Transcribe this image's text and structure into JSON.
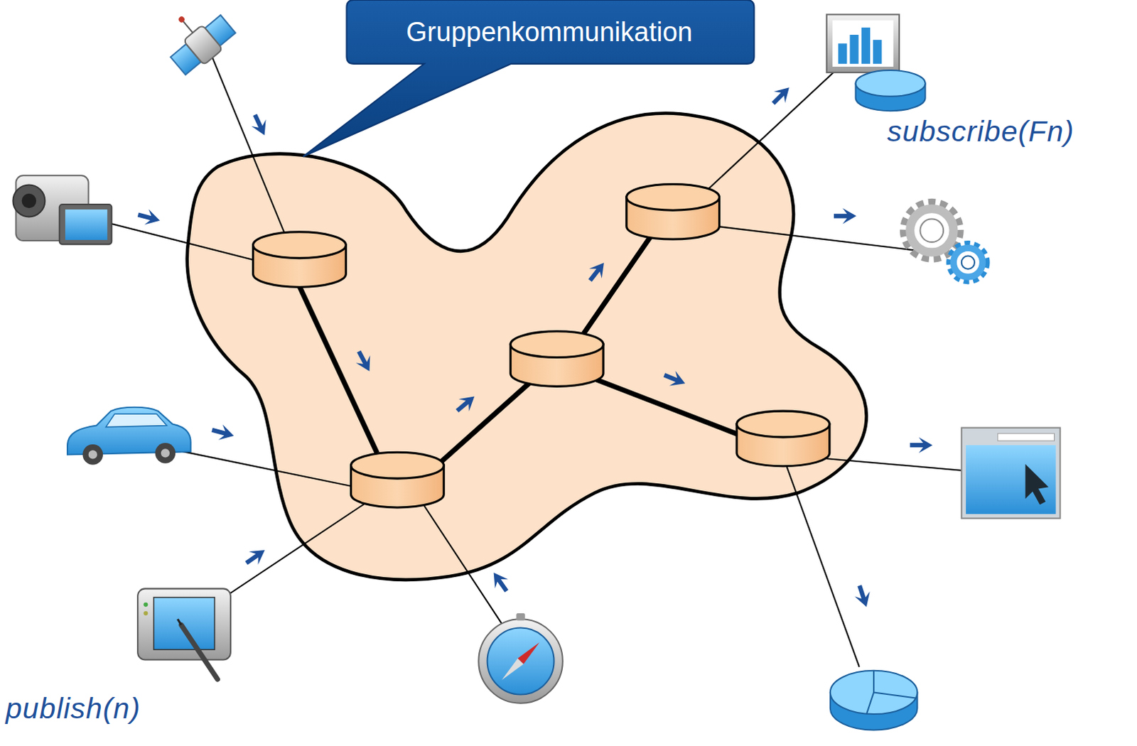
{
  "diagram": {
    "nodes": [
      {
        "text": [
          "Gruppenkommunikation"
        ]
      }
    ],
    "labels": [
      "subscribe(Fn)",
      "publish(n)"
    ]
  }
}
